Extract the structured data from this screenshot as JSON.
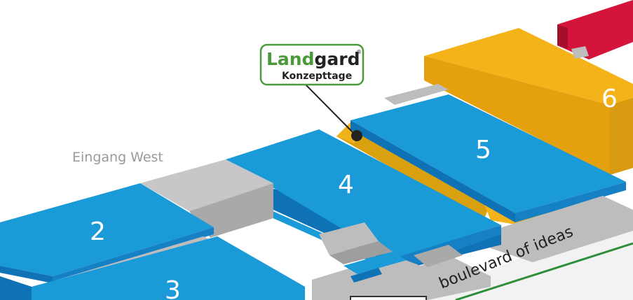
{
  "map": {
    "entrance_label": "Eingang West",
    "halls": [
      {
        "number": "2"
      },
      {
        "number": "3"
      },
      {
        "number": "4"
      },
      {
        "number": "5"
      },
      {
        "number": "6"
      }
    ],
    "walkway_label": "boulevard of ideas",
    "callout": {
      "brand_land": "Land",
      "brand_gard": "gard",
      "registered": "®",
      "subtitle": "Konzepttage"
    },
    "colors": {
      "hall_blue": "#1b9ad8",
      "hall_blue_side": "#0f72b5",
      "walkway_gray": "#bdbdbd",
      "hall6_yellow": "#f5b31a",
      "top_hall_red": "#d4143a",
      "callout_green": "#4a9a3c",
      "path_green": "#2e8f3a"
    }
  }
}
